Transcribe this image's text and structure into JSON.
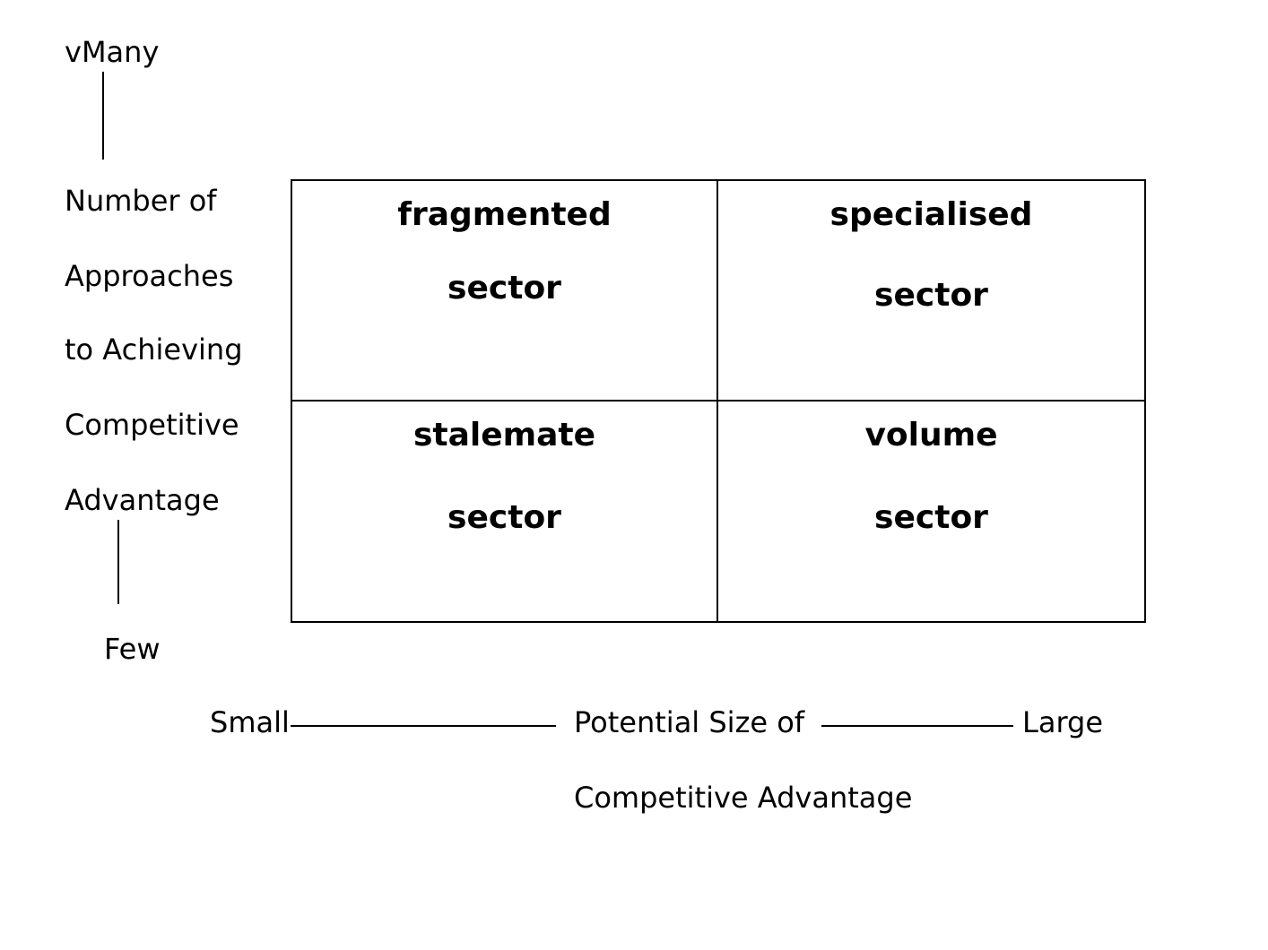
{
  "y_axis": {
    "top_label": "vMany",
    "title_lines": [
      "Number of",
      "Approaches",
      "to Achieving",
      "Competitive",
      "Advantage"
    ],
    "bottom_label": "Few"
  },
  "x_axis": {
    "left_label": "Small",
    "title_lines": [
      "Potential Size of",
      "Competitive Advantage"
    ],
    "right_label": "Large"
  },
  "quadrants": {
    "top_left": {
      "line1": "fragmented",
      "line2": "sector"
    },
    "top_right": {
      "line1": "specialised",
      "line2": "sector"
    },
    "bottom_left": {
      "line1": "stalemate",
      "line2": "sector"
    },
    "bottom_right": {
      "line1": "volume",
      "line2": "sector"
    }
  }
}
